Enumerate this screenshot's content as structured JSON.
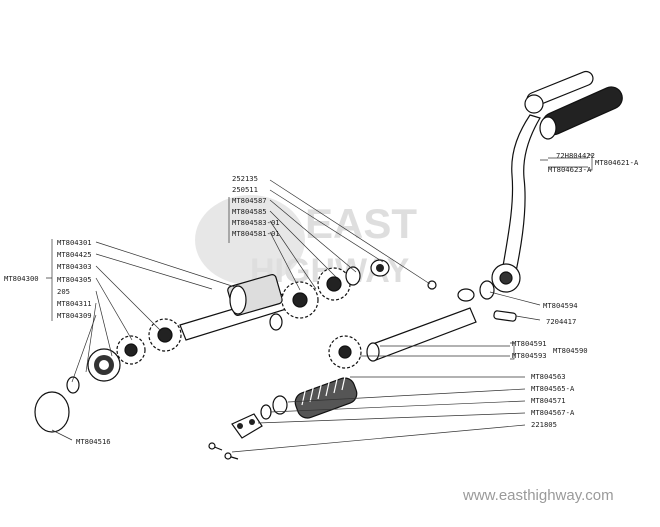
{
  "labels": {
    "l_72h804422": "72H804422",
    "l_mt804621a": "MT804621-A",
    "l_mt804623a": "MT804623-A",
    "l_252135": "252135",
    "l_250511": "250511",
    "l_mt804587": "MT804587",
    "l_mt804585": "MT804585",
    "l_mt804583_01": "MT804583-01",
    "l_mt804581_01": "MT804581-01",
    "l_mt804301": "MT804301",
    "l_mt804425": "MT804425",
    "l_mt804300": "MT804300",
    "l_mt804303": "MT804303",
    "l_mt804305": "MT804305",
    "l_205": "205",
    "l_mt804311": "MT804311",
    "l_mt804309": "MT804309",
    "l_mt804594": "MT804594",
    "l_7204417": "7204417",
    "l_mt804591": "MT804591",
    "l_mt804590": "MT804590",
    "l_mt804593": "MT804593",
    "l_mt804563": "MT804563",
    "l_mt804565a": "MT804565-A",
    "l_mt804571": "MT804571",
    "l_mt804567a": "MT804567-A",
    "l_221805": "221805",
    "l_mt804516": "MT804516"
  },
  "watermark": {
    "line1": "EAST",
    "line2": "HIGHWAY"
  },
  "footer": {
    "url": "www.easthighway.com"
  }
}
